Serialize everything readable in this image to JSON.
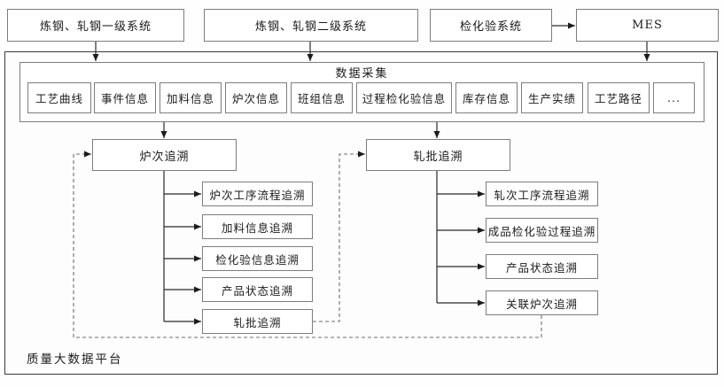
{
  "diagram": {
    "source_systems": [
      {
        "label": "炼钢、轧钢一级系统"
      },
      {
        "label": "炼钢、轧钢二级系统"
      },
      {
        "label": "检化验系统"
      },
      {
        "label": "MES"
      }
    ],
    "platform_label": "质量大数据平台",
    "data_collection": {
      "title": "数据采集",
      "items": [
        "工艺曲线",
        "事件信息",
        "加料信息",
        "炉次信息",
        "班组信息",
        "过程检化验信息",
        "库存信息",
        "生产实绩",
        "工艺路径",
        "..."
      ]
    },
    "heat_trace": {
      "title": "炉次追溯",
      "items": [
        "炉次工序流程追溯",
        "加料信息追溯",
        "检化验信息追溯",
        "产品状态追溯",
        "轧批追溯"
      ]
    },
    "batch_trace": {
      "title": "轧批追溯",
      "items": [
        "轧次工序流程追溯",
        "成品检化验过程追溯",
        "产品状态追溯",
        "关联炉次追溯"
      ]
    },
    "colors": {
      "box_border": "#7d7d7d",
      "platform_border": "#3a3a3a",
      "line": "#2a2a2a",
      "dashed_line": "#6e6e6e"
    }
  }
}
